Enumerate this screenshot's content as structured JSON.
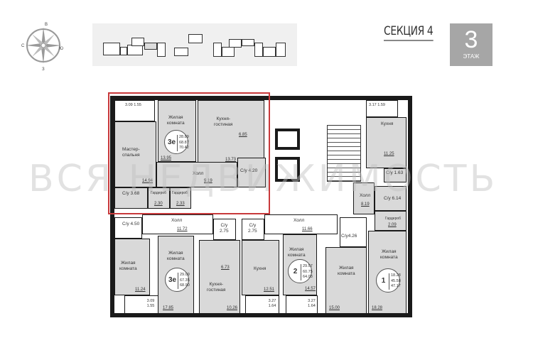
{
  "compass": {
    "n": "В",
    "w": "С",
    "e": "Ю",
    "s": "З"
  },
  "section": {
    "title": "СЕКЦИЯ 4",
    "floor_number": "3",
    "floor_label": "ЭТАЖ"
  },
  "watermark": "ВСЯ НЕДВИЖИМОСТЬ",
  "colors": {
    "room_fill": "#d9d9d9",
    "highlight": "#c8393b",
    "floor_badge": "#a6a6a6"
  },
  "apartments": {
    "a1": {
      "type": "3е",
      "living": "28.89",
      "total": "68.87",
      "total_balcony": "70.42"
    },
    "a2": {
      "type": "3е",
      "living": "29.09",
      "total": "67.35",
      "total_balcony": "68.90"
    },
    "a3": {
      "type": "2",
      "living": "29.57",
      "total": "60.75",
      "total_balcony": "64.03"
    },
    "a4": {
      "type": "1",
      "living": "18.28",
      "total": "45.58",
      "total_balcony": "47.17"
    }
  },
  "rooms": {
    "bal1": "3.09\n1.55",
    "master": "Мастер-\nспальня",
    "master_a": "14.94",
    "liv1": "Жилая\nкомната",
    "liv1_a": "13.95",
    "kg1": "Кухня-\nгостиная",
    "kg1_a1": "6.85",
    "kg1_a2": "13.73",
    "su1": "С/у 4.20",
    "hall1": "Холл",
    "hall1_a": "9.19",
    "su2": "С/у 3.68",
    "gar1": "Гардероб",
    "gar1_a": "2.30",
    "gar2": "Гардероб",
    "gar2_a": "2.33",
    "bal2": "3.17\n1.59",
    "kit1": "Кухня",
    "kit1_a": "11.25",
    "su3": "С/у 1.63",
    "hall2": "Холл",
    "hall2_a": "8.19",
    "su4": "С/у 6.14",
    "gar3": "Гардероб",
    "gar3_a": "2.09",
    "hall3": "Холл",
    "hall3_a": "11.72",
    "hall4": "Холл",
    "hall4_a": "11.66",
    "su5": "С/у 4.50",
    "liv2": "Жилая\nкомната",
    "liv2_a": "11.24",
    "bal3": "3.09\n1.55",
    "liv3": "Жилая\nкомната",
    "liv3_a": "17.85",
    "su6": "С/у\n2.75",
    "kg2": "Кухня-\nгостиная",
    "kg2_a1": "6.73",
    "kg2_a2": "10.26",
    "su7": "С/у\n2.75",
    "kit2": "Кухня",
    "kit2_a": "12.51",
    "bal4": "3.27\n1.64",
    "liv4": "Жилая\nкомната",
    "liv4_a": "14.57",
    "bal5": "3.27\n1.64",
    "su8": "С/у4.26",
    "liv5": "Жилая\nкомната",
    "liv5_a": "15.00",
    "liv6": "Жилая\nкомната",
    "liv6_a": "18.28"
  }
}
